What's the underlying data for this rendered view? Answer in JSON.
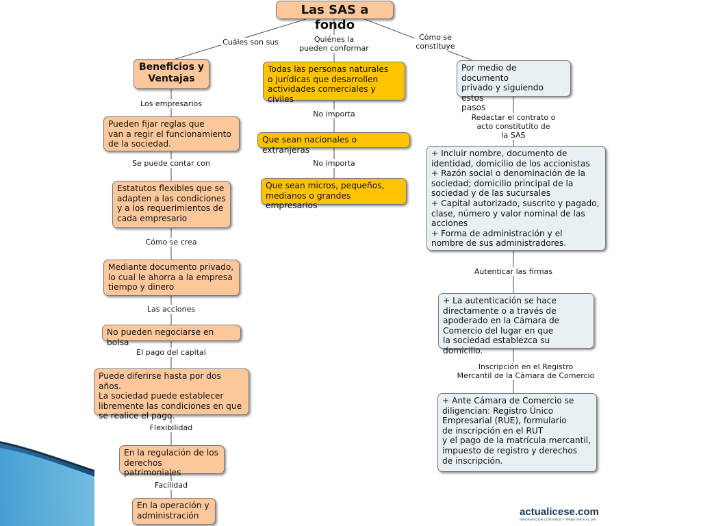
{
  "title": "Las SAS a fondo",
  "branch_labels": {
    "left": "Cuáles son sus",
    "middle": "Quiénes la\npueden conformar",
    "right": "Cómo se\nconstituye"
  },
  "left_column": {
    "head": "Beneficios y\nVentajas",
    "link_1": "Los empresarios",
    "node_1": "Pueden fijar reglas que\nvan a regir el funcionamiento\nde la sociedad.",
    "link_2": "Se puede contar con",
    "node_2": "Estatutos flexibles que se\nadapten a las condiciones\ny a los requerimientos de\ncada empresario",
    "link_3": "Cómo se crea",
    "node_3": "Mediante documento privado,\nlo cual le ahorra a la empresa\ntiempo y dinero",
    "link_4": "Las acciones",
    "node_4": "No pueden negociarse en bolsa",
    "link_5": "El pago del capital",
    "node_5": "Puede diferirse hasta por dos años.\nLa sociedad puede establecer\nlibremente las condiciones en que\nse realice el pago.",
    "link_6": "Flexibilidad",
    "node_6": "En la regulación de los\nderechos patrimoniales",
    "link_7": "Facilidad",
    "node_7": "En la operación y\nadministración"
  },
  "middle_column": {
    "node_1": "Todas las personas naturales\no jurídicas que desarrollen\nactividades comerciales y civiles",
    "link_1": "No importa",
    "node_2": "Que sean nacionales o extranjeras",
    "link_2": "No importa",
    "node_3": "Que sean micros, pequeños,\nmedianos o grandes empresarios"
  },
  "right_column": {
    "node_1": "Por medio de documento\nprivado y siguiendo estos\npasos",
    "link_1": "Redactar el contrato o\nacto constitutito de\nla SAS",
    "node_2": "+ Incluir nombre, documento de\nidentidad, domicilio de los accionistas\n+ Razón social o denominación de la\nsociedad; domicilio principal de la\nsociedad y de las sucursales\n+ Capital autorizado, suscrito y pagado,\nclase, número y valor nominal de las\nacciones\n+ Forma de administración y el\nnombre de sus administradores.",
    "link_2": "Autenticar las firmas",
    "node_3": "+ La autenticación se hace\ndirectamente o a través de\napoderado en la Cámara de\nComercio del lugar en que\nla sociedad establezca su domicilio.",
    "link_3": "Inscripción en el Registro\nMercantil de la Cámara de Comercio",
    "node_4": "+ Ante Cámara de Comercio se\ndiligencian: Registro Único\nEmpresarial (RUE), formulario\nde inscripción en el RUT\ny el pago de la matrícula mercantil,\nimpuesto de registro y derechos\nde inscripción."
  },
  "logo": {
    "name": "actualicese.com",
    "tagline": "INFORMACIÓN CONTABLE Y TRIBUTARIA AL DÍA"
  },
  "colors": {
    "peach": "#fcc89b",
    "gold": "#fec300",
    "light_blue": "#e9f0f4",
    "brand": "#16365c"
  }
}
